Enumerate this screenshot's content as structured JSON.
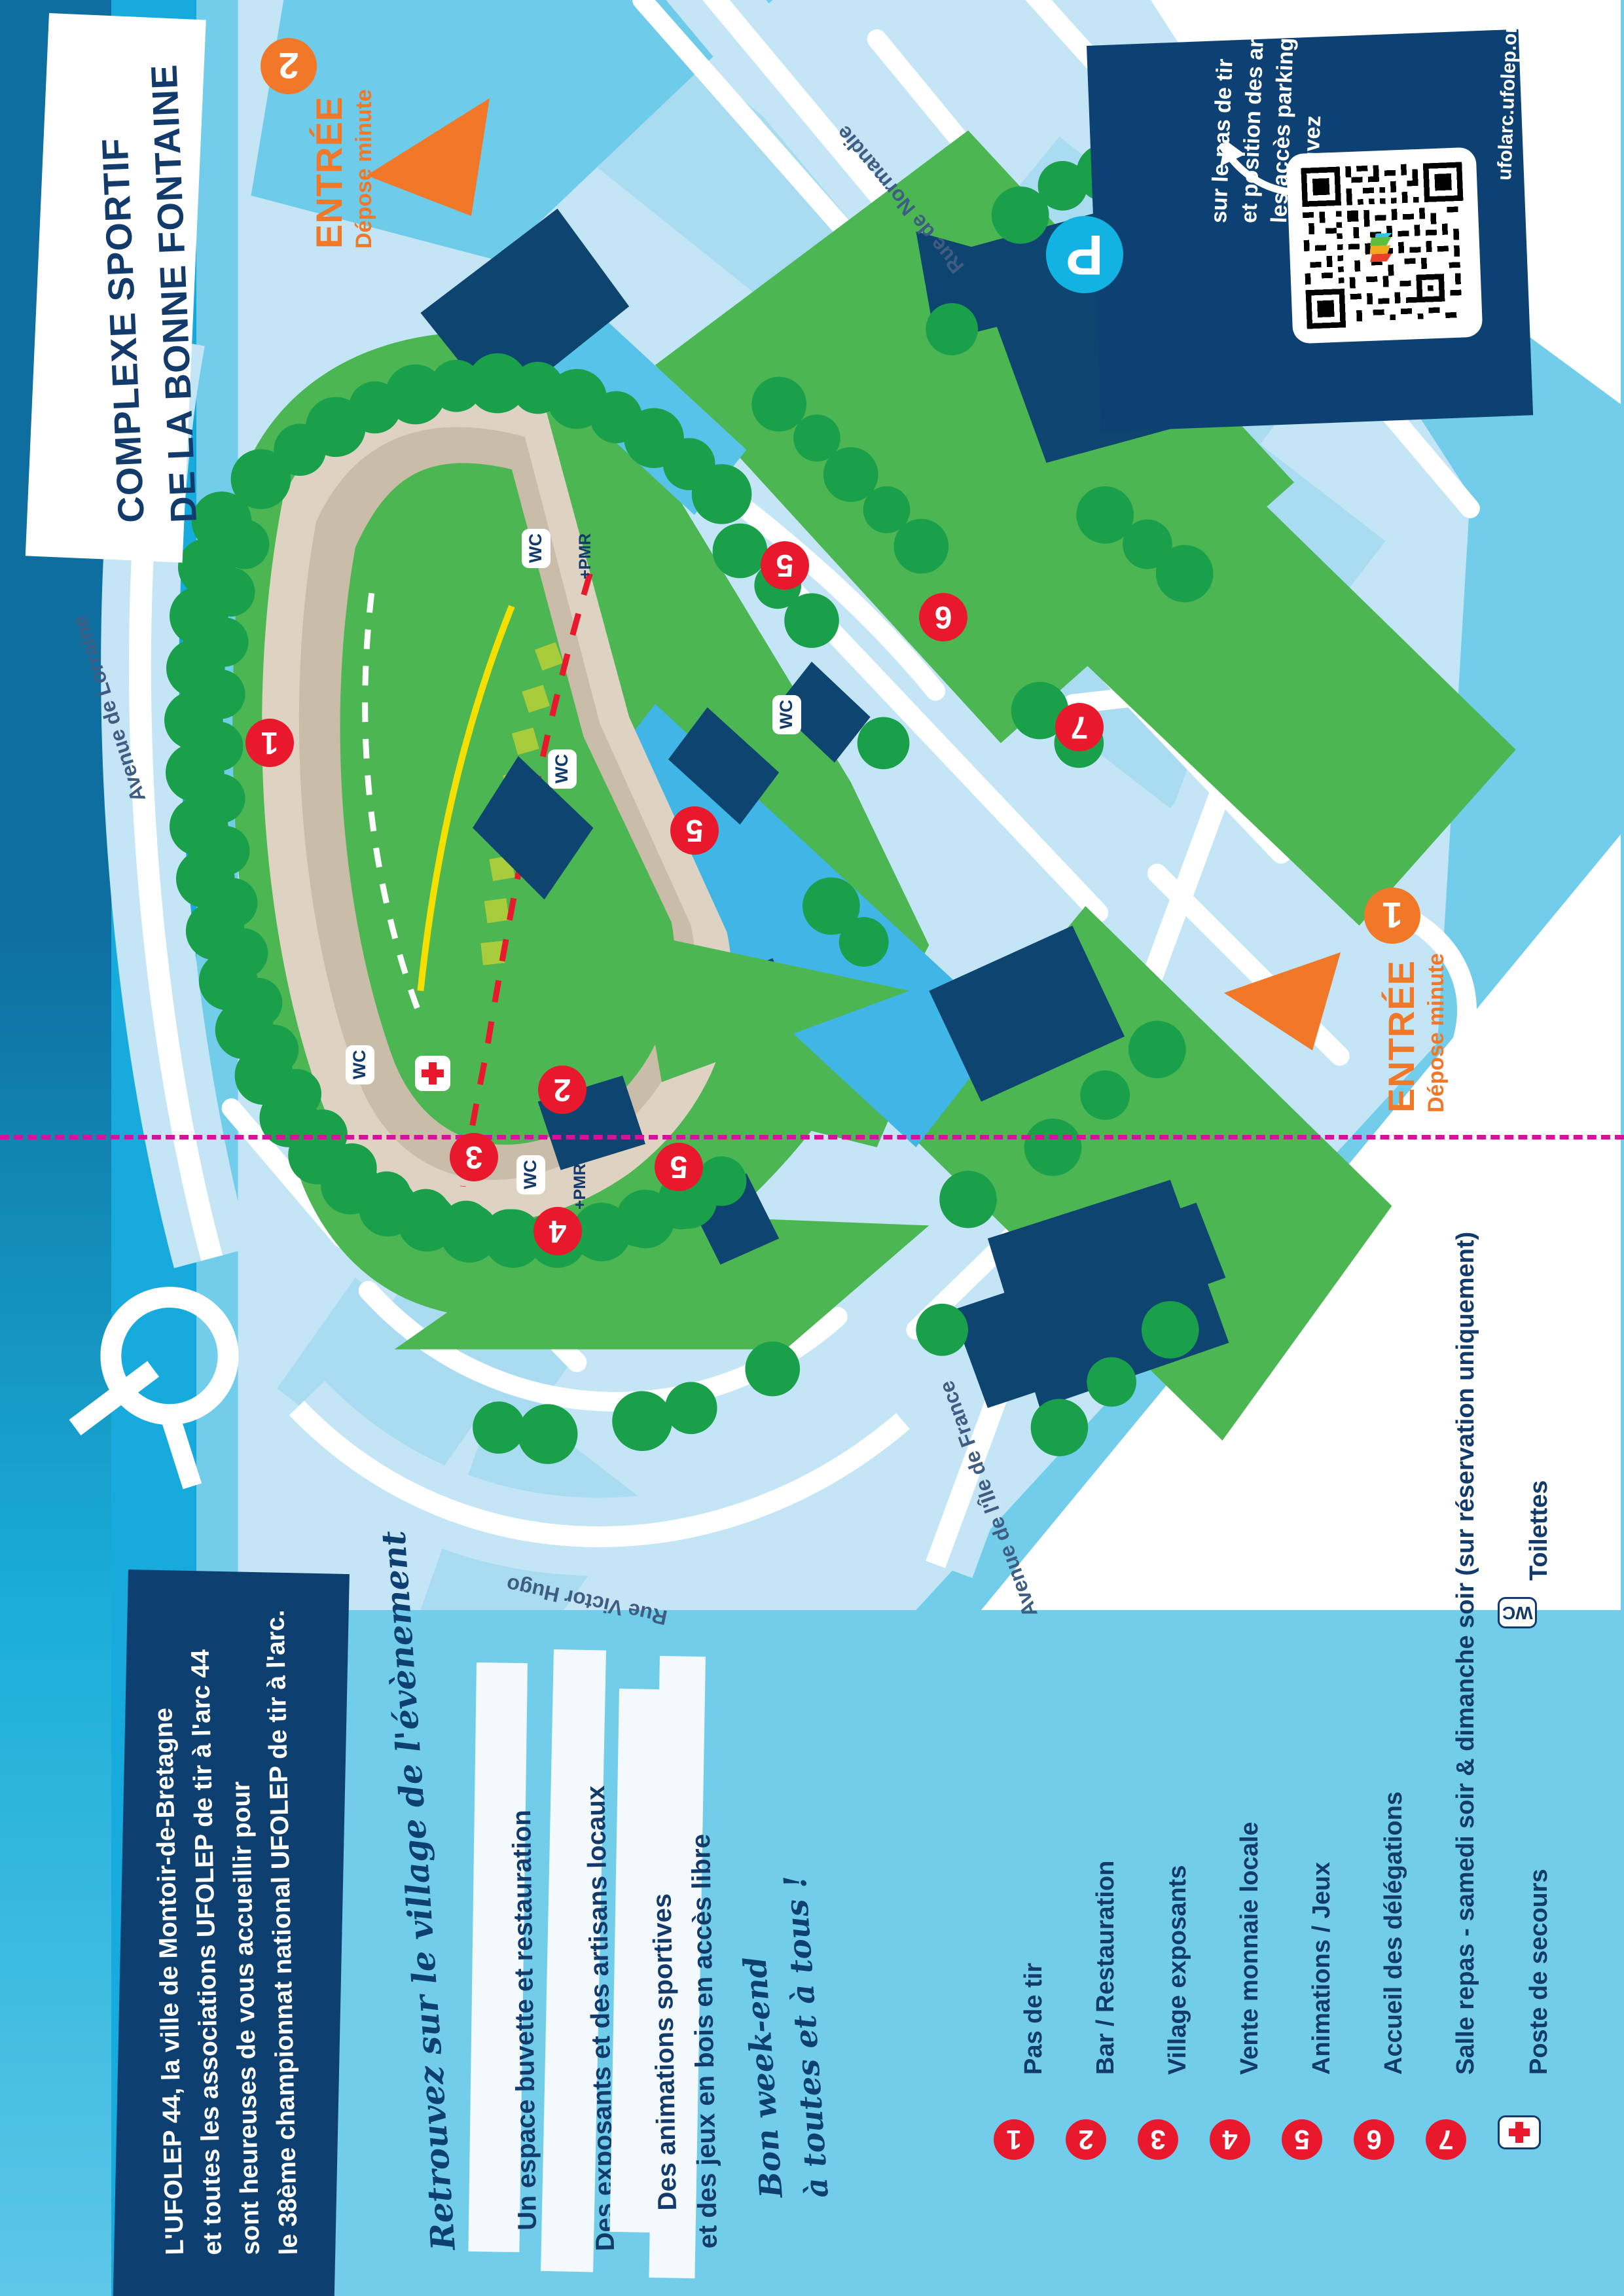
{
  "title": {
    "line1": "COMPLEXE SPORTIF",
    "line2": "DE LA BONNE FONTAINE"
  },
  "qr_panel": {
    "caption_line1": "Retrouvez",
    "caption_line2": "les accès parkings",
    "caption_line3": "et position des archers",
    "caption_line4": "sur le pas de tir",
    "url": "ufolarc.ufolep.org",
    "parking_badge": "P",
    "panel_color": "#0d4174",
    "parking_badge_color": "#12b3e3"
  },
  "entrances": [
    {
      "number": "1",
      "title": "ENTRÉE",
      "subtitle": "Dépose minute"
    },
    {
      "number": "2",
      "title": "ENTRÉE",
      "subtitle": "Dépose minute"
    }
  ],
  "map": {
    "streets": [
      {
        "name": "Avenue de Lorraine"
      },
      {
        "name": "Rue de Normandie"
      },
      {
        "name": "Rue Victor Hugo"
      },
      {
        "name": "Avenue de l'Île de France"
      }
    ],
    "pins": [
      "1",
      "2",
      "3",
      "4",
      "5",
      "5",
      "5",
      "5",
      "6",
      "7"
    ],
    "wc_label": "WC",
    "pmr_label": "+PMR",
    "first_aid_icon": "red-cross-icon"
  },
  "intro": {
    "paragraph_line1": "L'UFOLEP 44, la ville de Montoir-de-Bretagne",
    "paragraph_line2": "et toutes les associations UFOLEP de tir à l'arc 44",
    "paragraph_line3": "sont heureuses de vous accueillir pour",
    "paragraph_line4": "le 38ème championnat national UFOLEP de tir à l'arc."
  },
  "village": {
    "headline": "Retrouvez sur le village de l'évènement",
    "items": [
      {
        "text": "Un espace buvette et restauration"
      },
      {
        "text": "Des exposants et des artisans locaux"
      },
      {
        "text_line1": "Des animations sportives",
        "text_line2": "et des jeux en bois en accès libre"
      }
    ],
    "closing_line1": "Bon week-end",
    "closing_line2": "à toutes et à tous !"
  },
  "legend": {
    "items": [
      {
        "marker": "1",
        "label": "Pas de tir"
      },
      {
        "marker": "2",
        "label": "Bar / Restauration"
      },
      {
        "marker": "3",
        "label": "Village exposants"
      },
      {
        "marker": "4",
        "label": "Vente monnaie locale"
      },
      {
        "marker": "5",
        "label": "Animations / Jeux"
      },
      {
        "marker": "6",
        "label": "Accueil des délégations"
      },
      {
        "marker": "7",
        "label": "Salle repas - samedi soir & dimanche soir (sur réservation uniquement)"
      }
    ],
    "first_aid": {
      "marker": "red-cross-icon",
      "label": "Poste de secours"
    },
    "toilets": {
      "marker": "WC",
      "label": "Toilettes"
    }
  },
  "colors": {
    "brand_dark_blue": "#0d3f70",
    "brand_cyan": "#17aadd",
    "brand_light_blue": "#72cdeb",
    "accent_orange": "#f07828",
    "pin_red": "#e8192c",
    "magenta_dash": "#d3139b",
    "grass_green": "#4cb652",
    "tree_green": "#1aa04a",
    "track_tan": "#c9bca8",
    "building_navy": "#0e4470",
    "water_blue": "#3fb6e6"
  }
}
